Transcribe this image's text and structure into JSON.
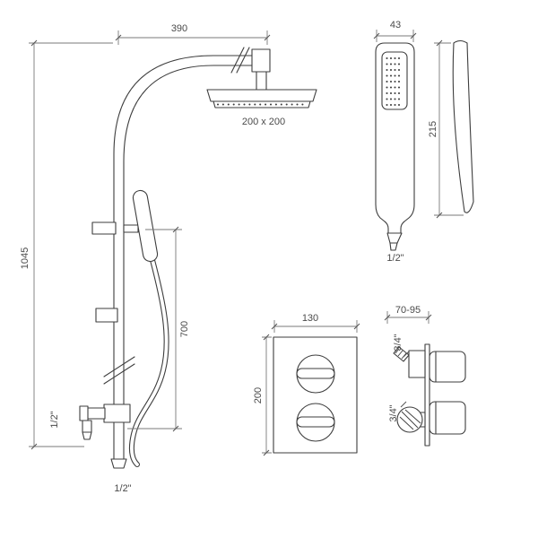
{
  "drawing": {
    "background": "#ffffff",
    "line_color": "#3d3d3d",
    "dimension_color": "#7a7a7a",
    "text_color": "#4a4a4a"
  },
  "riser": {
    "width": "390",
    "height": "1045",
    "head_size": "200 x 200",
    "rail_length": "700",
    "outlet_connection": "1/2\"",
    "bottom_connection": "1/2\""
  },
  "handset": {
    "width": "43",
    "length": "215",
    "connection": "1/2\""
  },
  "valve_front": {
    "width": "130",
    "height": "200"
  },
  "valve_side": {
    "depth_range": "70-95",
    "top_connection": "3/4\"",
    "bottom_connection": "3/4\""
  }
}
